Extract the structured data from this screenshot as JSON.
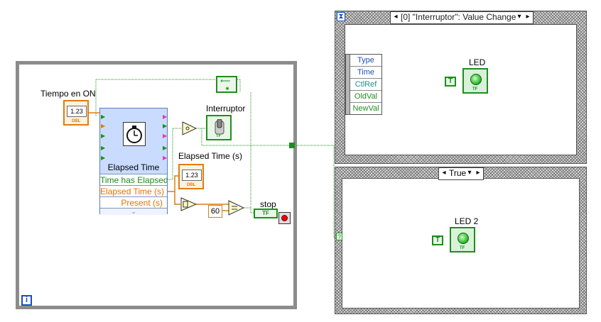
{
  "labels": {
    "tiempo_en_on": "Tiempo en ON",
    "interruptor": "Interruptor",
    "elapsed_time_s": "Elapsed Time (s)",
    "stop": "stop",
    "led": "LED",
    "led2": "LED 2"
  },
  "express_vi": {
    "title": "Elapsed Time",
    "outputs": [
      "Time has Elapsed",
      "Elapsed Time (s)",
      "Present (s)"
    ],
    "expand_glyph": "⌄"
  },
  "constants": {
    "sixty": "60",
    "true_const": "T"
  },
  "terminals": {
    "dbl": "DBL",
    "tf": "TF",
    "num_display": "1.23"
  },
  "event_structure": {
    "hourglass": "⧗",
    "selector": "[0] \"Interruptor\": Value Change",
    "node_items": [
      "Type",
      "Time",
      "CtlRef",
      "OldVal",
      "NewVal"
    ]
  },
  "case_structure": {
    "selector": "True"
  },
  "while_loop": {
    "iteration": "i"
  },
  "colors": {
    "boolean_wire": "#1d8f1d",
    "numeric_wire": "#e07c10",
    "loop_frame": "#8c8c8c",
    "express_header": "#c9dcff"
  }
}
